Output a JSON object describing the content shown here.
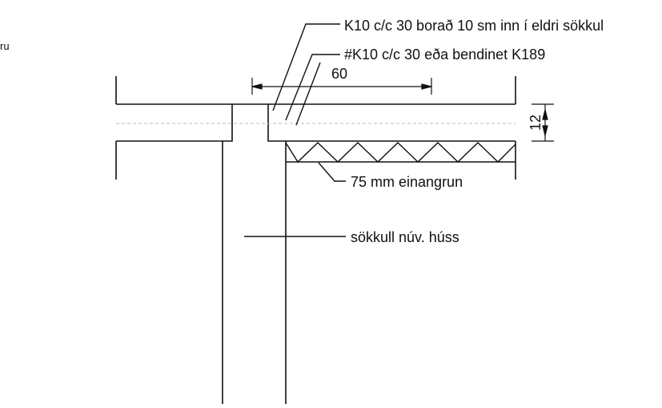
{
  "drawing": {
    "left_edge_fragment": "ru",
    "labels": {
      "rebar_drilled": "K10 c/c 30 borað 10 sm inn í eldri sökkul",
      "rebar_mesh": "#K10 c/c 30 eða bendinet K189",
      "insulation": "75 mm einangrun",
      "foundation": "sökkull núv. húss"
    },
    "dimensions": {
      "width": "60",
      "slab_thickness": "12"
    },
    "colors": {
      "line": "#111111",
      "dash": "#bbbbbb"
    }
  }
}
